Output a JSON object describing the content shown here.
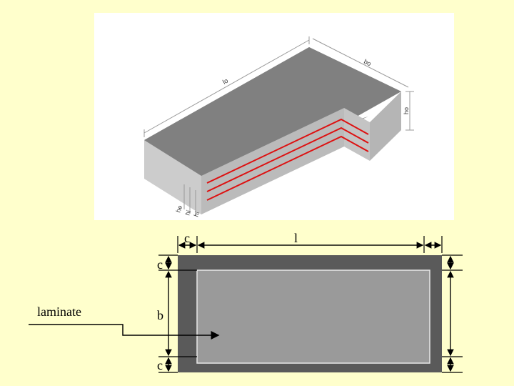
{
  "iso_view": {
    "labels": {
      "length": "lo",
      "width": "bo",
      "height": "ho",
      "layer_1": "he",
      "layer_2": "hi",
      "layer_3": "hi"
    },
    "colors": {
      "top_face": "#808080",
      "front_face": "#cccccc",
      "side_face": "#b8b8b8",
      "laminate_lines": "#dd1111",
      "dimension_lines": "#999999"
    }
  },
  "section_view": {
    "labels": {
      "c_top": "c",
      "l": "l",
      "c_left_top": "c",
      "b": "b",
      "c_left_bottom": "c",
      "laminate": "laminate"
    },
    "colors": {
      "outer": "#5a5a5a",
      "inner": "#9a9a9a",
      "inner_border": "#e8e8e8",
      "arrow": "#000000"
    }
  }
}
